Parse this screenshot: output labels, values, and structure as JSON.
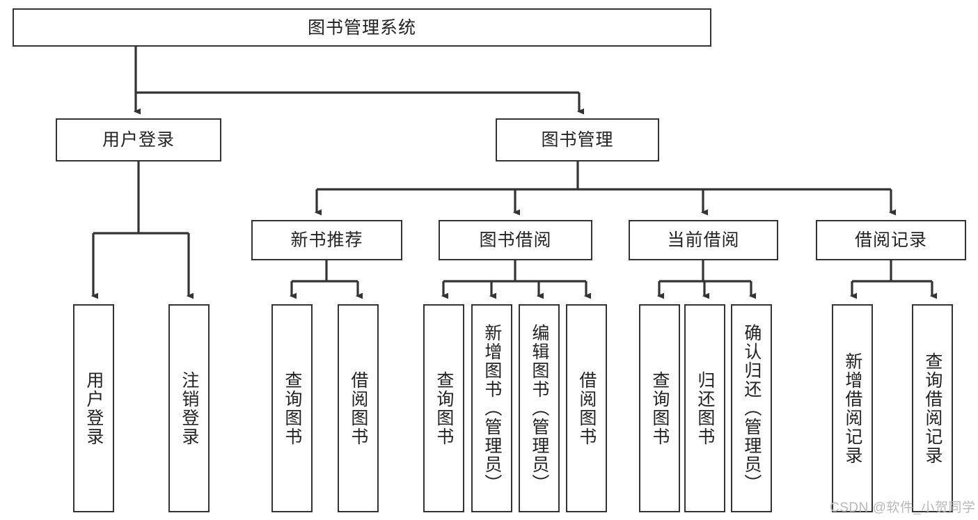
{
  "diagram": {
    "title": "图书管理系统",
    "type": "hierarchy-tree",
    "colors": {
      "background": "#ffffff",
      "line": "#333333",
      "box_border": "#333333",
      "box_fill": "#ffffff",
      "text": "#222222",
      "watermark": "#b9b9b9"
    },
    "root": {
      "label": "图书管理系统"
    },
    "level2": [
      {
        "label": "用户登录"
      },
      {
        "label": "图书管理"
      }
    ],
    "level3": [
      {
        "label": "新书推荐"
      },
      {
        "label": "图书借阅"
      },
      {
        "label": "当前借阅"
      },
      {
        "label": "借阅记录"
      }
    ],
    "leaves": {
      "user_login": [
        {
          "label": "用户登录"
        },
        {
          "label": "注销登录"
        }
      ],
      "new_book": [
        {
          "label": "查询图书"
        },
        {
          "label": "借阅图书"
        }
      ],
      "book_borrow": [
        {
          "label": "查询图书"
        },
        {
          "label": "新增图书（管理员）"
        },
        {
          "label": "编辑图书（管理员）"
        },
        {
          "label": "借阅图书"
        }
      ],
      "current_borrow": [
        {
          "label": "查询图书"
        },
        {
          "label": "归还图书"
        },
        {
          "label": "确认归还（管理员）"
        }
      ],
      "borrow_record": [
        {
          "label": "新增借阅记录"
        },
        {
          "label": "查询借阅记录"
        }
      ]
    }
  },
  "watermark": {
    "text": "CSDN @软件_小贺同学"
  }
}
